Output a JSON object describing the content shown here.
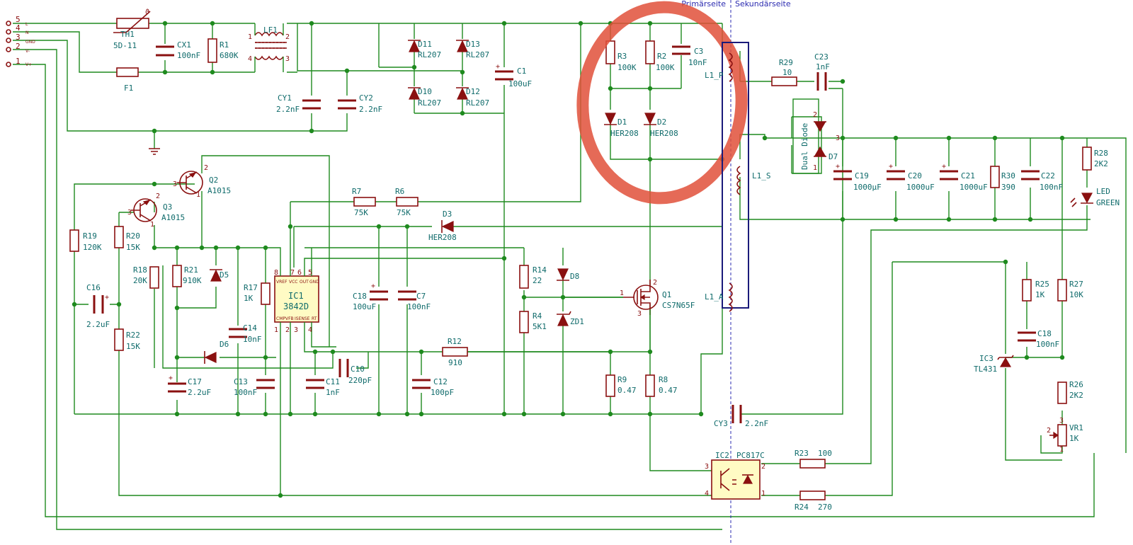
{
  "header": {
    "primary_side": "Primärseite",
    "secondary_side": "Sekundärseite"
  },
  "connector": {
    "pins": [
      {
        "num": "5",
        "net": "L"
      },
      {
        "num": "4",
        "net": "N"
      },
      {
        "num": "3",
        "net": "GND"
      },
      {
        "num": "2",
        "net": "V-"
      },
      {
        "num": "1",
        "net": "V+"
      }
    ]
  },
  "parts": {
    "TH1": "TH1",
    "TH1_v": "5D-11",
    "F1": "F1",
    "CX1": "CX1",
    "CX1_v": "100nF",
    "R1": "R1",
    "R1_v": "680K",
    "LF1": "LF1",
    "CY1": "CY1",
    "CY1_v": "2.2nF",
    "CY2": "CY2",
    "CY2_v": "2.2nF",
    "D11": "D11",
    "D11_v": "RL207",
    "D13": "D13",
    "D13_v": "RL207",
    "D10": "D10",
    "D10_v": "RL207",
    "D12": "D12",
    "D12_v": "RL207",
    "C1": "C1",
    "C1_v": "100uF",
    "R3": "R3",
    "R3_v": "100K",
    "R2": "R2",
    "R2_v": "100K",
    "C3": "C3",
    "C3_v": "10nF",
    "D1": "D1",
    "D1_v": "HER208",
    "D2": "D2",
    "D2_v": "HER208",
    "L1P": "L1_P",
    "L1S": "L1_S",
    "L1A": "L1_A",
    "R29": "R29",
    "R29_v": "10",
    "C23": "C23",
    "C23_v": "1nF",
    "D7": "D7",
    "D7_v": "Dual Diode",
    "C19": "C19",
    "C19_v": "1000µF",
    "C20": "C20",
    "C20_v": "1000uF",
    "C21": "C21",
    "C21_v": "1000uF",
    "R30": "R30",
    "R30_v": "390",
    "C22": "C22",
    "C22_v": "100nF",
    "R28": "R28",
    "R28_v": "2K2",
    "LED": "LED",
    "LED_v": "GREEN",
    "Q2": "Q2",
    "Q2_v": "A1015",
    "Q3": "Q3",
    "Q3_v": "A1015",
    "R7": "R7",
    "R7_v": "75K",
    "R6": "R6",
    "R6_v": "75K",
    "D3": "D3",
    "D3_v": "HER208",
    "R19": "R19",
    "R19_v": "120K",
    "R20": "R20",
    "R20_v": "15K",
    "R18": "R18",
    "R18_v": "20K",
    "R21": "R21",
    "R21_v": "910K",
    "D5": "D5",
    "C16": "C16",
    "C16_v": "2.2uF",
    "R22": "R22",
    "R22_v": "15K",
    "R17": "R17",
    "R17_v": "1K",
    "C14": "C14",
    "C14_v": "10nF",
    "D6": "D6",
    "C17": "C17",
    "C17_v": "2.2uF",
    "C13": "C13",
    "C13_v": "100nF",
    "IC1": "IC1",
    "IC1_v": "3842D",
    "C11": "C11",
    "C11_v": "1nF",
    "C10": "C10",
    "C10_v": "220pF",
    "C18a": "C18",
    "C18a_v": "100uF",
    "C7": "C7",
    "C7_v": "100nF",
    "R12": "R12",
    "R12_v": "910",
    "C12": "C12",
    "C12_v": "100pF",
    "R14": "R14",
    "R14_v": "22",
    "D8": "D8",
    "R4": "R4",
    "R4_v": "5K1",
    "ZD1": "ZD1",
    "Q1": "Q1",
    "Q1_v": "CS7N65F",
    "R9": "R9",
    "R9_v": "0.47",
    "R8": "R8",
    "R8_v": "0.47",
    "CY3": "CY3",
    "CY3_v": "2.2nF",
    "IC2": "IC2",
    "IC2_v": "PC817C",
    "R23": "R23",
    "R23_v": "100",
    "R24": "R24",
    "R24_v": "270",
    "R25": "R25",
    "R25_v": "1K",
    "C18b": "C18",
    "C18b_v": "100nF",
    "IC3": "IC3",
    "IC3_v": "TL431",
    "R27": "R27",
    "R27_v": "10K",
    "R26": "R26",
    "R26_v": "2K2",
    "VR1": "VR1",
    "VR1_v": "1K"
  },
  "ic1_pins": {
    "p8": "8",
    "p7": "7",
    "p6": "6",
    "p5": "5",
    "p1": "1",
    "p2": "2",
    "p3": "3",
    "p4": "4",
    "n_vref": "VREF",
    "n_vcc": "VCC",
    "n_out": "OUT",
    "n_gnd": "GND",
    "n_cmp": "CMP",
    "n_vfb": "VFB",
    "n_isense": "ISENSE",
    "n_rt": "RT"
  },
  "pins": {
    "one": "1",
    "two": "2",
    "three": "3",
    "four": "4",
    "plus": "+"
  },
  "colors": {
    "wire": "#1e8a1e",
    "symbol": "#8a1010",
    "label": "#0f6b6b",
    "highlight": "#e0503a",
    "transformer_box": "#1a1a7a",
    "ic_fill": "#fffbc4"
  }
}
